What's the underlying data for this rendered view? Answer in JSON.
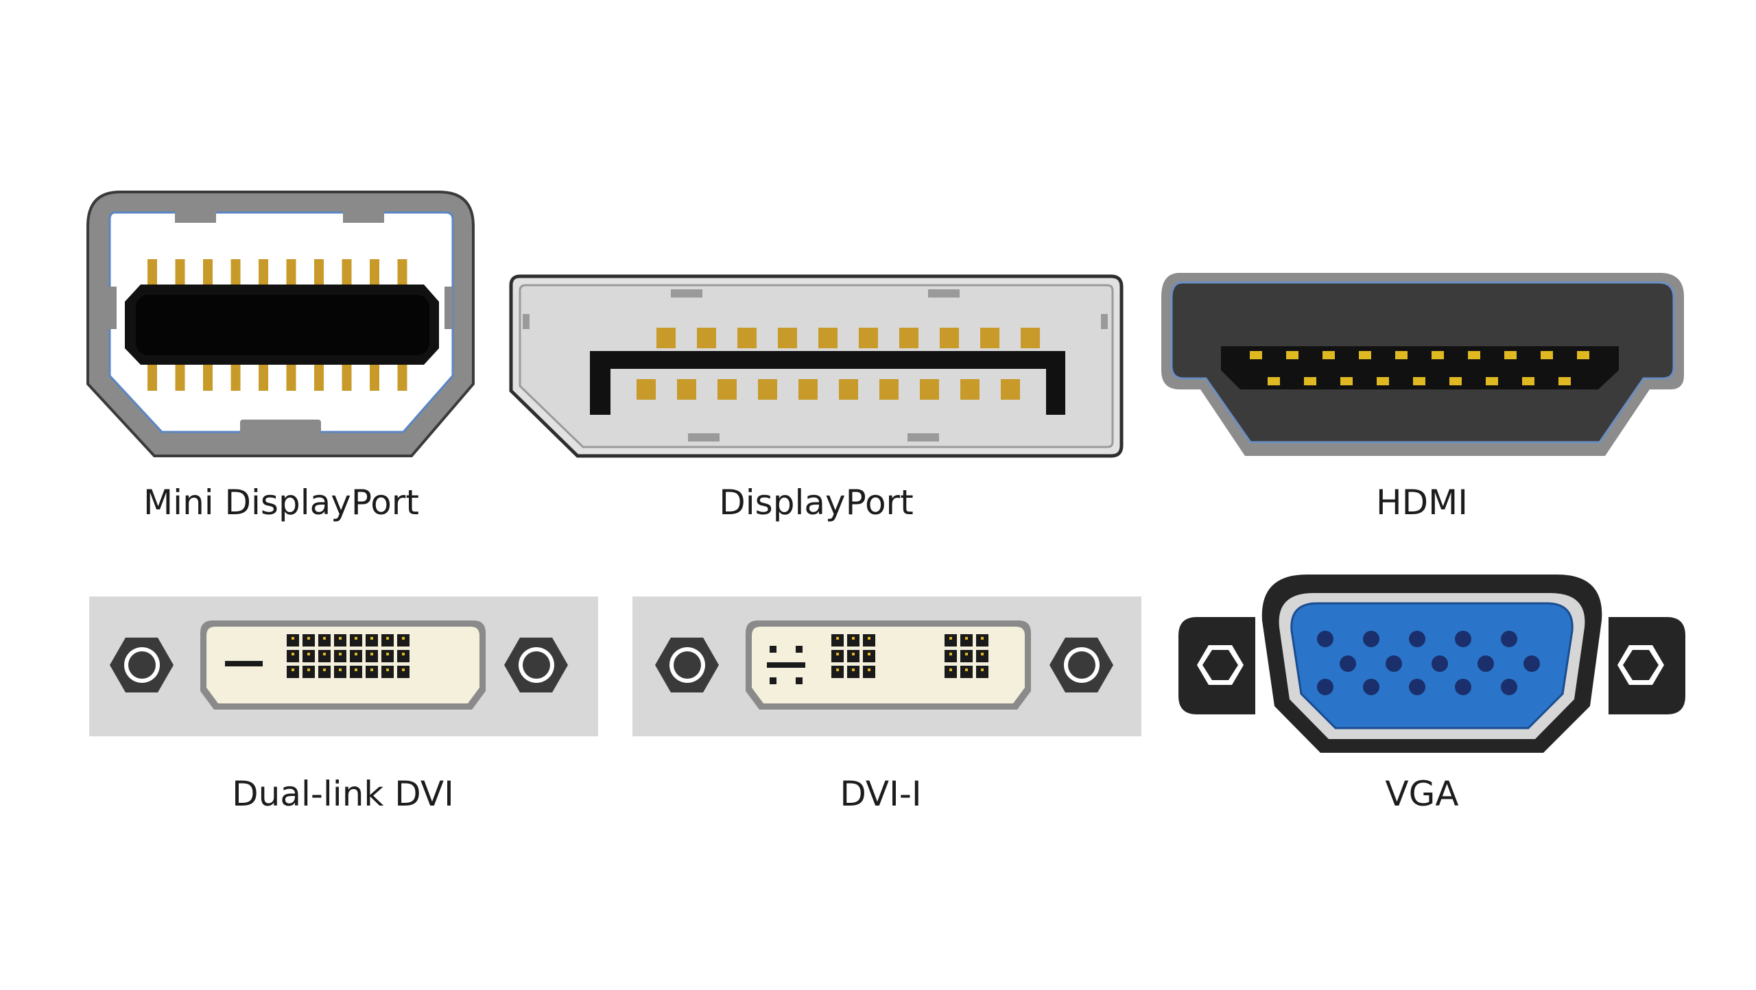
{
  "connectors": [
    {
      "id": "mini-displayport",
      "label": "Mini DisplayPort"
    },
    {
      "id": "displayport",
      "label": "DisplayPort"
    },
    {
      "id": "hdmi",
      "label": "HDMI"
    },
    {
      "id": "dual-link-dvi",
      "label": "Dual-link DVI"
    },
    {
      "id": "dvi-i",
      "label": "DVI-I"
    },
    {
      "id": "vga",
      "label": "VGA"
    }
  ],
  "colors": {
    "shell_gray": "#8a8a8a",
    "shell_outline": "#3a3a3a",
    "face_light": "#d9d9d9",
    "inner_white": "#ffffff",
    "pin_gold": "#c89a2a",
    "pin_gold_bright": "#e0b822",
    "tongue_black": "#111111",
    "hdmi_body": "#3b3b3b",
    "dvi_plate": "#d8d8d8",
    "dvi_insert": "#f4f0dc",
    "hex_nut": "#3a3a3a",
    "vga_blue": "#2a75c9",
    "vga_hole": "#1a2f6b"
  }
}
